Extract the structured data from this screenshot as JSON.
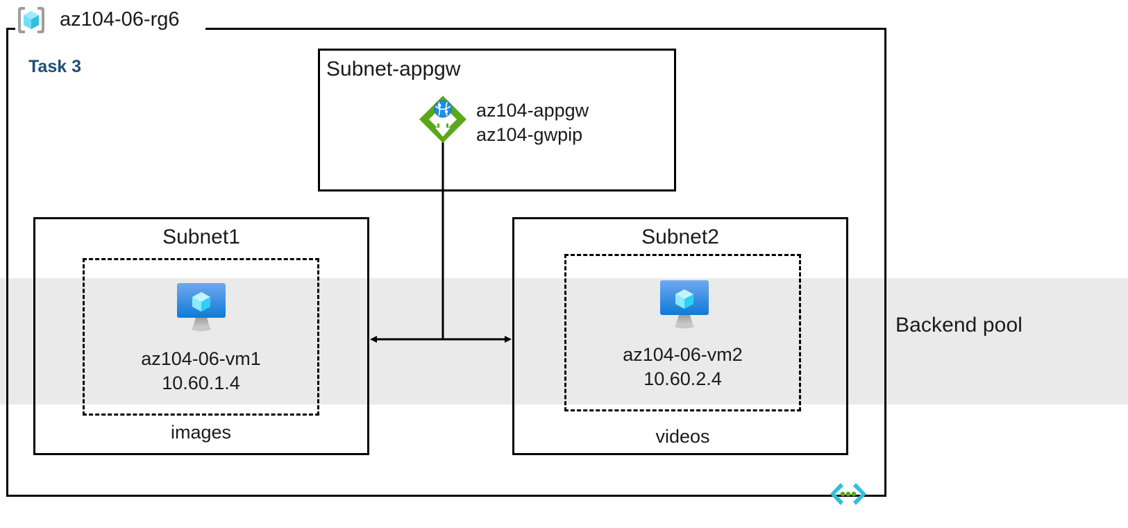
{
  "diagram": {
    "title": "az104-06-rg6",
    "task_label": "Task 3",
    "resource_group_icon": "azure-resource-group-icon",
    "code_icon": "azure-code-template-icon"
  },
  "backend_pool": {
    "label": "Backend pool",
    "band_color": "#eaeaea"
  },
  "colors": {
    "task_text": "#1F4E79",
    "border": "#000000",
    "appgw_green": "#5BA71B",
    "vm_blue": "#1B8EEA",
    "cube_cyan": "#7FE3F7",
    "code_icon_cyan": "#32BEDD",
    "code_icon_green": "#5BA71B"
  },
  "subnets": [
    {
      "name": "subnet-appgw",
      "title": "Subnet-appgw",
      "resources": [
        {
          "icon": "application-gateway-icon",
          "lines": [
            "az104-appgw",
            "az104-gwpip"
          ]
        }
      ]
    },
    {
      "name": "subnet1",
      "title": "Subnet1",
      "tier_label": "images",
      "vm": {
        "icon": "virtual-machine-icon",
        "name": "az104-06-vm1",
        "ip": "10.60.1.4"
      }
    },
    {
      "name": "subnet2",
      "title": "Subnet2",
      "tier_label": "videos",
      "vm": {
        "icon": "virtual-machine-icon",
        "name": "az104-06-vm2",
        "ip": "10.60.2.4"
      }
    }
  ]
}
